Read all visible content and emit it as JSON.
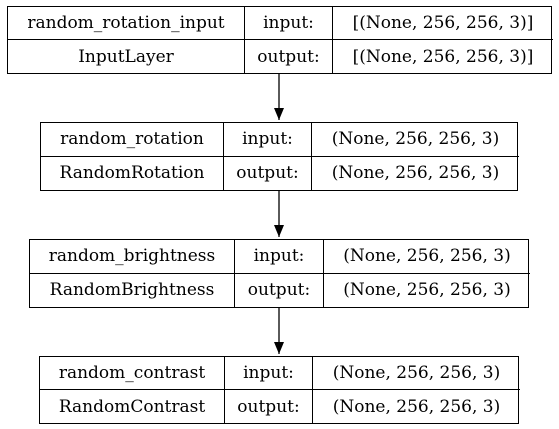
{
  "layers": [
    {
      "name": "random_rotation_input",
      "type": "InputLayer",
      "input_label": "input:",
      "output_label": "output:",
      "input_shape": "[(None, 256, 256, 3)]",
      "output_shape": "[(None, 256, 256, 3)]"
    },
    {
      "name": "random_rotation",
      "type": "RandomRotation",
      "input_label": "input:",
      "output_label": "output:",
      "input_shape": "(None, 256, 256, 3)",
      "output_shape": "(None, 256, 256, 3)"
    },
    {
      "name": "random_brightness",
      "type": "RandomBrightness",
      "input_label": "input:",
      "output_label": "output:",
      "input_shape": "(None, 256, 256, 3)",
      "output_shape": "(None, 256, 256, 3)"
    },
    {
      "name": "random_contrast",
      "type": "RandomContrast",
      "input_label": "input:",
      "output_label": "output:",
      "input_shape": "(None, 256, 256, 3)",
      "output_shape": "(None, 256, 256, 3)"
    }
  ]
}
